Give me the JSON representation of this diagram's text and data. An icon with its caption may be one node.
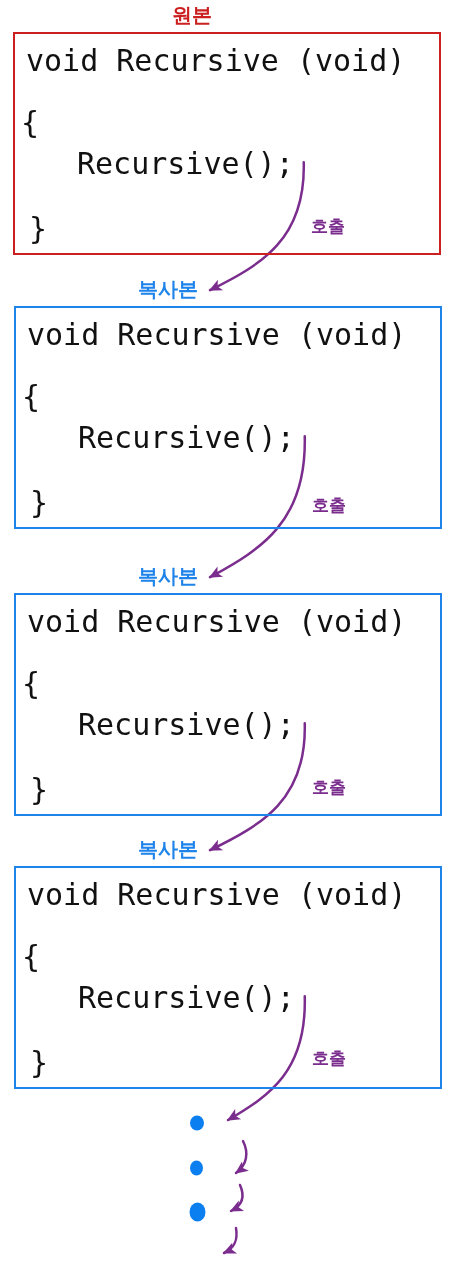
{
  "diagram": {
    "nodes": [
      {
        "text": [
          "원본",
          "void Recursive (void)",
          "{",
          "Recursive();",
          "}"
        ]
      },
      {
        "text": [
          "복사본",
          "void Recursive (void)",
          "{",
          "Recursive();",
          "}"
        ]
      },
      {
        "text": [
          "복사본",
          "void Recursive (void)",
          "{",
          "Recursive();",
          "}"
        ]
      },
      {
        "text": [
          "복사본",
          "void Recursive (void)",
          "{",
          "Recursive();",
          "}"
        ]
      },
      {
        "text": [],
        "shape": "dots"
      }
    ],
    "edges": [
      {
        "from": 0,
        "to": 1,
        "arrow": "to",
        "label": "호출"
      },
      {
        "from": 1,
        "to": 2,
        "arrow": "to",
        "label": "호출"
      },
      {
        "from": 2,
        "to": 3,
        "arrow": "to",
        "label": "호출"
      },
      {
        "from": 3,
        "to": 4,
        "arrow": "to",
        "label": "호출"
      }
    ]
  }
}
